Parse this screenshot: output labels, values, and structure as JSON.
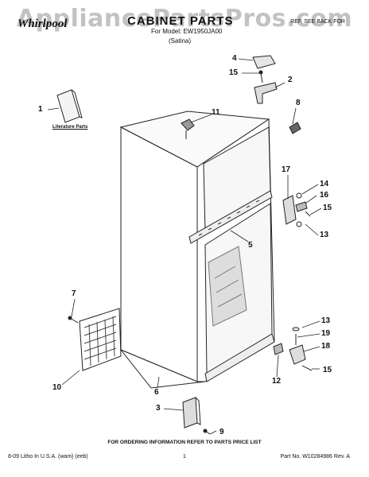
{
  "header": {
    "watermark": "AppliancePartsPros.com",
    "brand": "Whirlpool",
    "title": "CABINET PARTS",
    "model": "For Model: EW1950JA00",
    "variant": "(Satina)",
    "corner_note": "REF. SEE BACK FOR"
  },
  "literature_label": "Literature Parts",
  "callouts": [
    "1",
    "2",
    "3",
    "4",
    "5",
    "6",
    "7",
    "8",
    "9",
    "10",
    "11",
    "12",
    "13",
    "13",
    "14",
    "15",
    "15",
    "15",
    "16",
    "17",
    "18",
    "19"
  ],
  "footer": {
    "ordering_note": "FOR ORDERING INFORMATION REFER TO PARTS PRICE LIST",
    "litho": "8-09 Litho In U.S.A. (wam) (eeb)",
    "page": "1",
    "part_no": "Part No. W10284986 Rev. A"
  },
  "colors": {
    "line": "#222222",
    "shade": "#777777"
  }
}
